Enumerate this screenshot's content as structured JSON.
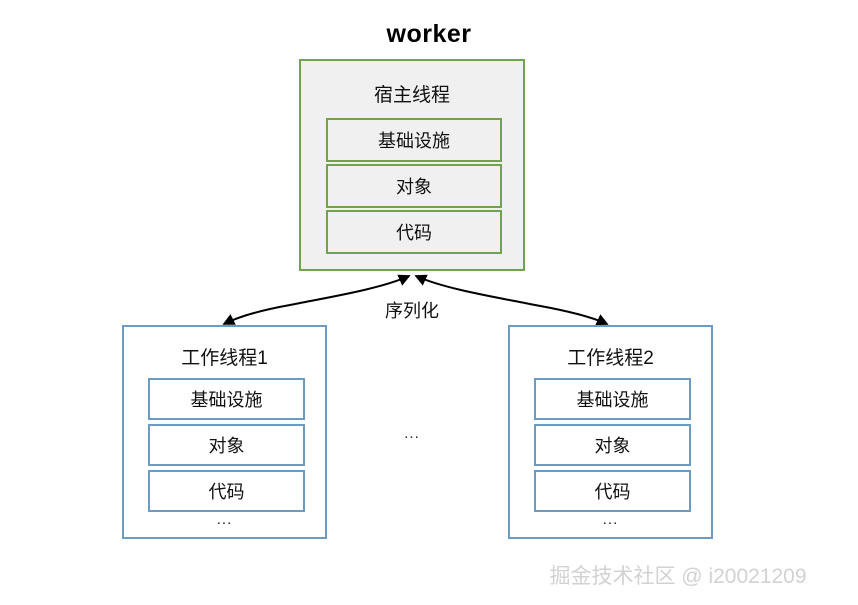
{
  "diagram": {
    "title": "worker",
    "type": "flow-diagram",
    "host": {
      "label": "宿主线程",
      "border_color": "#70a350",
      "fill_color": "#f0f0f0",
      "items": [
        {
          "label": "基础设施"
        },
        {
          "label": "对象"
        },
        {
          "label": "代码"
        }
      ]
    },
    "edge": {
      "label": "序列化",
      "style": "double-headed-curved-arrow",
      "color": "#000000"
    },
    "workers": [
      {
        "label": "工作线程1",
        "border_color": "#6b9bc3",
        "fill_color": "#ffffff",
        "items": [
          {
            "label": "基础设施"
          },
          {
            "label": "对象"
          },
          {
            "label": "代码"
          }
        ],
        "ellipsis": "..."
      },
      {
        "label": "工作线程2",
        "border_color": "#6b9bc3",
        "fill_color": "#ffffff",
        "items": [
          {
            "label": "基础设施"
          },
          {
            "label": "对象"
          },
          {
            "label": "代码"
          }
        ],
        "ellipsis": "..."
      }
    ],
    "between_workers_ellipsis": "...",
    "watermark": "掘金技术社区 @ i20021209"
  }
}
